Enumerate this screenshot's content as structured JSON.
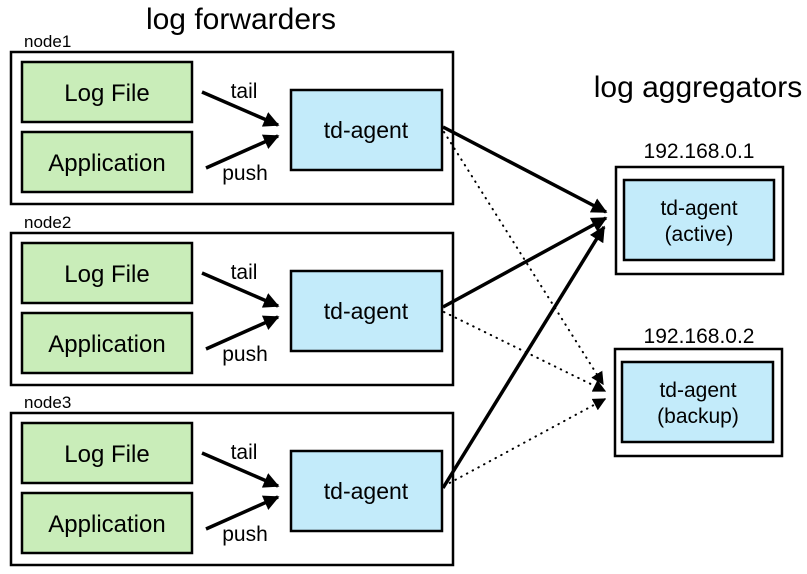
{
  "titles": {
    "forwarders": "log forwarders",
    "aggregators": "log aggregators"
  },
  "colors": {
    "source_fill": "#c9edb9",
    "agent_fill": "#c3ebfa",
    "line": "#000000"
  },
  "nodes": [
    {
      "label": "node1",
      "source1": "Log File",
      "source2": "Application",
      "agent": "td-agent",
      "tail_label": "tail",
      "push_label": "push"
    },
    {
      "label": "node2",
      "source1": "Log File",
      "source2": "Application",
      "agent": "td-agent",
      "tail_label": "tail",
      "push_label": "push"
    },
    {
      "label": "node3",
      "source1": "Log File",
      "source2": "Application",
      "agent": "td-agent",
      "tail_label": "tail",
      "push_label": "push"
    }
  ],
  "aggregators": [
    {
      "ip": "192.168.0.1",
      "agent_line1": "td-agent",
      "agent_line2": "(active)"
    },
    {
      "ip": "192.168.0.2",
      "agent_line1": "td-agent",
      "agent_line2": "(backup)"
    }
  ]
}
